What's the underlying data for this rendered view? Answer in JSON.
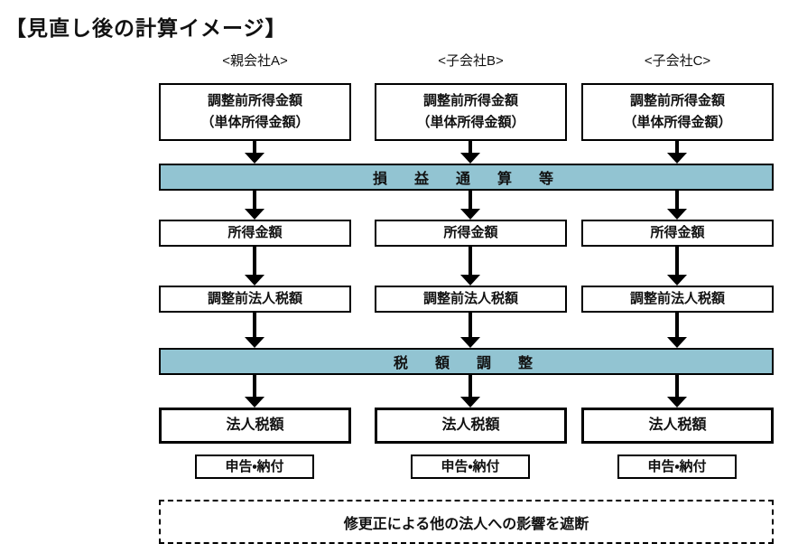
{
  "title": "【見直し後の計算イメージ】",
  "columns": [
    {
      "header": "<親会社A>",
      "pre_adjustment_income": {
        "line1": "調整前所得金額",
        "line2": "（単体所得金額）"
      },
      "income": "所得金額",
      "pre_adjustment_corporate_tax": "調整前法人税額",
      "corporate_tax": "法人税額",
      "filing_payment": "申告・納付"
    },
    {
      "header": "<子会社B>",
      "pre_adjustment_income": {
        "line1": "調整前所得金額",
        "line2": "（単体所得金額）"
      },
      "income": "所得金額",
      "pre_adjustment_corporate_tax": "調整前法人税額",
      "corporate_tax": "法人税額",
      "filing_payment": "申告・納付"
    },
    {
      "header": "<子会社C>",
      "pre_adjustment_income": {
        "line1": "調整前所得金額",
        "line2": "（単体所得金額）"
      },
      "income": "所得金額",
      "pre_adjustment_corporate_tax": "調整前法人税額",
      "corporate_tax": "法人税額",
      "filing_payment": "申告・納付"
    }
  ],
  "process_bars": {
    "profit_loss_aggregation": "損　益　通　算　等",
    "tax_adjustment": "税　額　調　整"
  },
  "footer_note": "修更正による他の法人への影響を遮断",
  "colors": {
    "bar-fill": "#92C4D2",
    "line": "#000000",
    "text": "#111111",
    "background": "#FFFFFF"
  }
}
